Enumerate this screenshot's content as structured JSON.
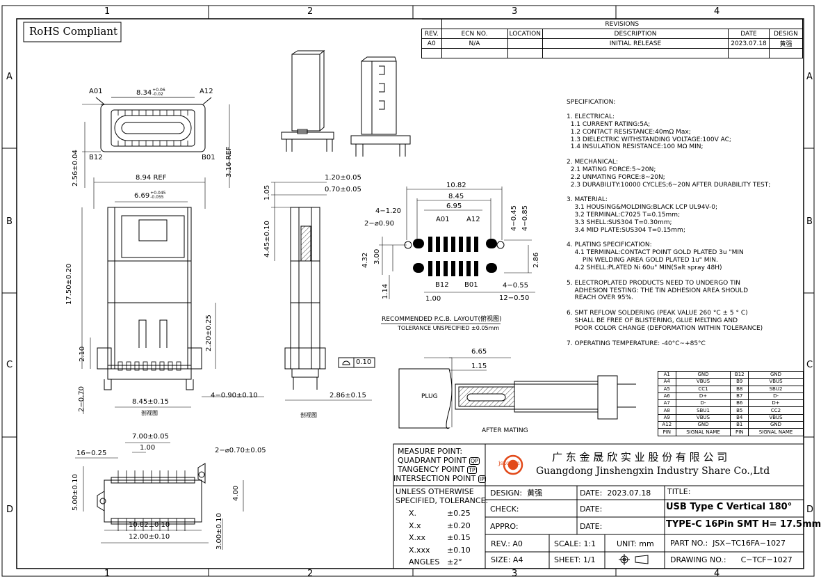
{
  "grid": {
    "cols": [
      "1",
      "2",
      "3",
      "4"
    ],
    "rows": [
      "A",
      "B",
      "C",
      "D"
    ]
  },
  "rohs": "RoHS Compliant",
  "revisions": {
    "title": "REVISIONS",
    "headers": [
      "REV.",
      "ECN NO.",
      "LOCATION",
      "DESCRIPTION",
      "DATE",
      "DESIGN"
    ],
    "row": [
      "A0",
      "N/A",
      "",
      "INITIAL RELEASE",
      "2023.07.18",
      "黄强"
    ]
  },
  "specification": {
    "title": "SPECIFICATION:",
    "lines": [
      "1. ELECTRICAL:",
      "  1.1 CURRENT RATING:5A;",
      "  1.2 CONTACT RESISTANCE:40mΩ Max;",
      "  1.3 DIELECTRIC WITHSTANDING VOLTAGE:100V AC;",
      "  1.4 INSULATION RESISTANCE:100 MΩ MIN;",
      "",
      "2. MECHANICAL:",
      "  2.1 MATING FORCE:5~20N;",
      "  2.2 UNMATING FORCE:8~20N;",
      "  2.3 DURABILITY:10000 CYCLES;6~20N AFTER DURABILITY TEST;",
      "",
      "3. MATERIAL:",
      "    3.1 HOUSING&MOLDING:BLACK LCP UL94V-0;",
      "    3.2 TERMINAL:C7025 T=0.15mm;",
      "    3.3 SHELL:SUS304 T=0.30mm;",
      "    3.4 MID PLATE:SUS304 T=0.15mm;",
      "",
      "4. PLATING SPECIFICATION:",
      "    4.1 TERMINAL:CONTACT POINT GOLD PLATED 3u \"MIN",
      "        PIN WELDING AREA GOLD PLATED 1u\" MIN.",
      "    4.2 SHELL:PLATED Ni 60u\" MIN(Salt spray 48H)",
      "",
      "5. ELECTROPLATED PRODUCTS NEED TO UNDERGO TIN",
      "    ADHESION TESTING: THE TIN ADHESION AREA SHOULD",
      "    REACH OVER 95%.",
      "",
      "6. SMT REFLOW SOLDERING (PEAK VALUE 260 °C ± 5 ° C)",
      "    SHALL BE FREE OF BLISTERING, GLUE MELTING AND",
      "    POOR COLOR CHANGE (DEFORMATION WITHIN TOLERANCE)",
      "",
      "7. OPERATING TEMPERATURE: -40°C~+85°C"
    ]
  },
  "pinout": [
    [
      "A1",
      "GND",
      "B12",
      "GND"
    ],
    [
      "A4",
      "VBUS",
      "B9",
      "VBUS"
    ],
    [
      "A5",
      "CC1",
      "B8",
      "SBU2"
    ],
    [
      "A6",
      "D+",
      "B7",
      "D-"
    ],
    [
      "A7",
      "D-",
      "B6",
      "D+"
    ],
    [
      "A8",
      "SBU1",
      "B5",
      "CC2"
    ],
    [
      "A9",
      "VBUS",
      "B4",
      "VBUS"
    ],
    [
      "A12",
      "GND",
      "B1",
      "GND"
    ],
    [
      "PIN",
      "SIGNAL NAME",
      "PIN",
      "SIGNAL NAME"
    ]
  ],
  "dims": {
    "front_width": "8.34",
    "front_tol_up": "+0.06",
    "front_tol_dn": "-0.02",
    "a01": "A01",
    "a12": "A12",
    "b12": "B12",
    "b01": "B01",
    "front_h": "2.56±0.04",
    "front_ref": "3.16 REF",
    "ref_894": "8.94 REF",
    "w_669": "6.69",
    "w_669_up": "+0.045",
    "w_669_dn": "-0.055",
    "h_1750": "17.50±0.20",
    "h_210": "2.10",
    "h_220": "2.20±0.25",
    "h_270": "2−0.70",
    "w_845b": "8.45±0.15",
    "w_4_090": "4−0.90±0.10",
    "sect1": "剖视图",
    "side_120": "1.20±0.05",
    "side_070": "0.70±0.05",
    "side_105": "1.05",
    "side_445": "4.45±0.10",
    "flat_010": "0.10",
    "side_286": "2.86±0.15",
    "sect2": "剖视图",
    "pcb_1082": "10.82",
    "pcb_845": "8.45",
    "pcb_695": "6.95",
    "pcb_4120": "4−1.20",
    "pcb_2090": "2−⌀0.90",
    "pcb_4045": "4−0.45",
    "pcb_4085": "4−0.85",
    "pcb_a01": "A01",
    "pcb_a12": "A12",
    "pcb_432": "4.32",
    "pcb_300": "3.00",
    "pcb_286": "2.86",
    "pcb_114": "1.14",
    "pcb_b12": "B12",
    "pcb_b01": "B01",
    "pcb_4055": "4−0.55",
    "pcb_100": "1.00",
    "pcb_12050": "12−0.50",
    "pcb_title": "RECOMMENDED   P.C.B. LAYOUT",
    "pcb_title_cn": "(俯视图)",
    "pcb_tol": "TOLERANCE UNSPECIFIED ±0.05mm",
    "mate_665": "6.65",
    "mate_115": "1.15",
    "plug": "PLUG",
    "after_mating": "AFTER MATING",
    "bot_700": "7.00±0.05",
    "bot_100": "1.00",
    "bot_16025": "16−0.25",
    "bot_2070": "2−⌀0.70±0.05",
    "bot_500": "5.00±0.10",
    "bot_400": "4.00",
    "bot_1082": "10.82±0.10",
    "bot_1200": "12.00±0.10",
    "bot_300": "3.00±0.10"
  },
  "measure": {
    "title": "MEASURE POINT:",
    "rows": [
      [
        "QUADRANT POINT",
        "QP"
      ],
      [
        "TANGENCY POINT",
        "TP"
      ],
      [
        "INTERSECTION POINT",
        "IP"
      ]
    ]
  },
  "company": {
    "logo": "jsxconn",
    "cn": "广 东 金 晟 欣 实 业 股 份 有 限 公 司",
    "en": "Guangdong Jinshengxin Industry Share Co.,Ltd"
  },
  "tolerance": {
    "title1": "UNLESS OTHERWISE",
    "title2": "SPECIFIED, TOLERANCE:",
    "rows": [
      [
        "X.",
        "±0.25"
      ],
      [
        "X.x",
        "±0.20"
      ],
      [
        "X.xx",
        "±0.15"
      ],
      [
        "X.xxx",
        "±0.10"
      ],
      [
        "ANGLES",
        "±2°"
      ]
    ]
  },
  "titleblock": {
    "design_label": "DESIGN:",
    "design_value": "黄强",
    "date_label": "DATE:",
    "date_value": "2023.07.18",
    "check_label": "CHECK:",
    "appro_label": "APPRO:",
    "title_label": "TITLE:",
    "title_line1": "USB Type C Vertical 180°",
    "title_line2": "TYPE-C 16Pin SMT H= 17.5mm",
    "rev_label": "REV.: A0",
    "scale_label": "SCALE: 1:1",
    "unit_label": "UNIT: mm",
    "size_label": "SIZE: A4",
    "sheet_label": "SHEET: 1/1",
    "part_label": "PART  NO.:",
    "part_value": "JSX−TC16FA−1027",
    "drawing_label": "DRAWING  NO.:",
    "drawing_value": "C−TCF−1027"
  }
}
